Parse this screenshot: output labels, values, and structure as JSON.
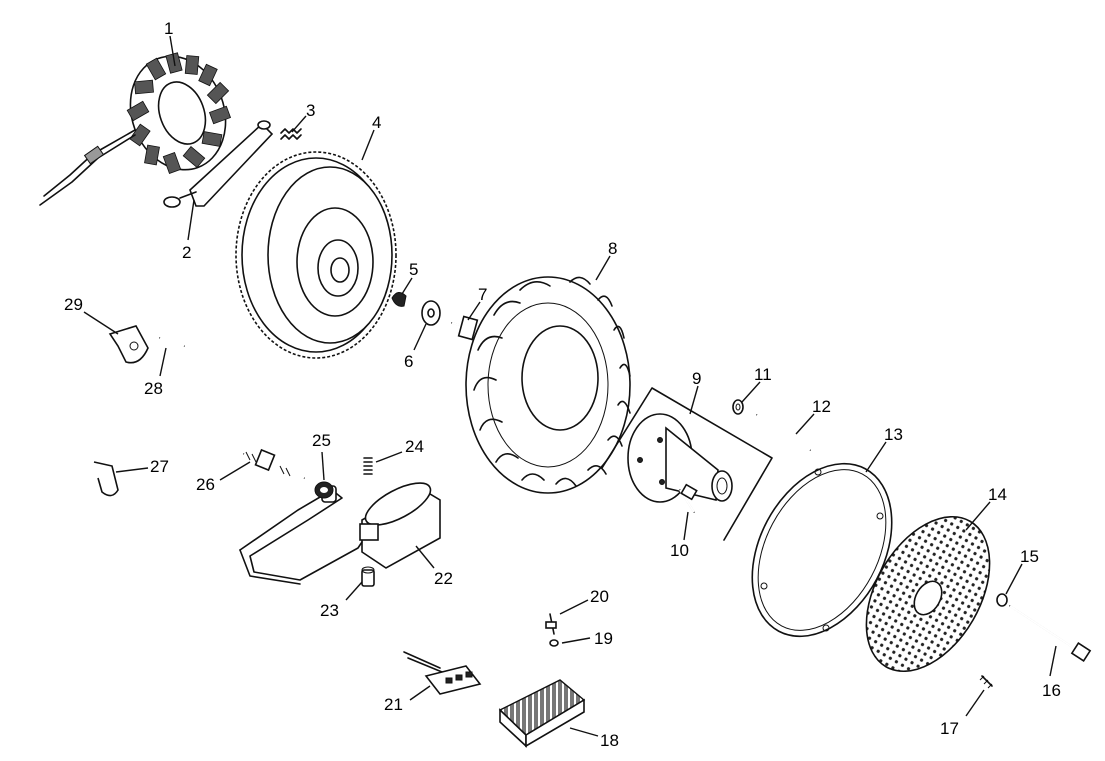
{
  "callouts": [
    {
      "id": "1",
      "text": "1"
    },
    {
      "id": "2",
      "text": "2"
    },
    {
      "id": "3",
      "text": "3"
    },
    {
      "id": "4",
      "text": "4"
    },
    {
      "id": "5",
      "text": "5"
    },
    {
      "id": "6",
      "text": "6"
    },
    {
      "id": "7",
      "text": "7"
    },
    {
      "id": "8",
      "text": "8"
    },
    {
      "id": "9",
      "text": "9"
    },
    {
      "id": "10",
      "text": "10"
    },
    {
      "id": "11",
      "text": "11"
    },
    {
      "id": "12",
      "text": "12"
    },
    {
      "id": "13",
      "text": "13"
    },
    {
      "id": "14",
      "text": "14"
    },
    {
      "id": "15",
      "text": "15"
    },
    {
      "id": "16",
      "text": "16"
    },
    {
      "id": "17",
      "text": "17"
    },
    {
      "id": "18",
      "text": "18"
    },
    {
      "id": "19",
      "text": "19"
    },
    {
      "id": "20",
      "text": "20"
    },
    {
      "id": "21",
      "text": "21"
    },
    {
      "id": "22",
      "text": "22"
    },
    {
      "id": "23",
      "text": "23"
    },
    {
      "id": "24",
      "text": "24"
    },
    {
      "id": "25",
      "text": "25"
    },
    {
      "id": "26",
      "text": "26"
    },
    {
      "id": "27",
      "text": "27"
    },
    {
      "id": "28",
      "text": "28"
    },
    {
      "id": "29",
      "text": "29"
    }
  ]
}
